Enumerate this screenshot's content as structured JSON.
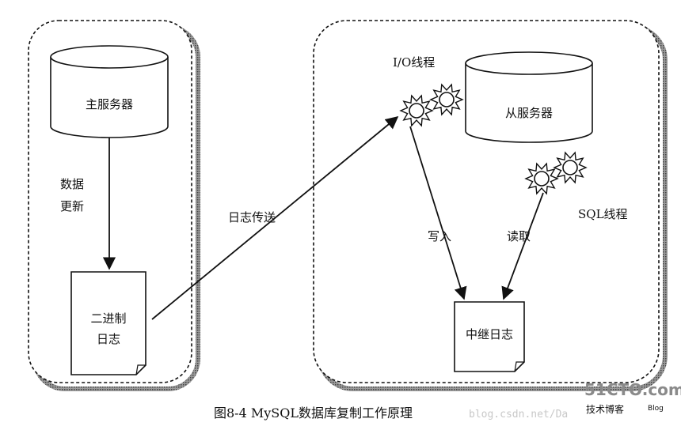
{
  "diagram": {
    "master_server": "主服务器",
    "data_update_line1": "数据",
    "data_update_line2": "更新",
    "binary_log_line1": "二进制",
    "binary_log_line2": "日志",
    "log_transfer": "日志传送",
    "io_thread": "I/O线程",
    "slave_server": "从服务器",
    "sql_thread": "SQL线程",
    "write": "写入",
    "read": "读取",
    "relay_log": "中继日志"
  },
  "caption": "图8-4   MySQL数据库复制工作原理",
  "watermark": {
    "url": "blog.csdn.net/Da",
    "logo": "51CTO.com",
    "logo_sub": "技术博客",
    "logo_blog": "Blog"
  },
  "colors": {
    "line": "#111111",
    "gear_fill": "#ffffff",
    "logo": "#8a8a8a"
  }
}
